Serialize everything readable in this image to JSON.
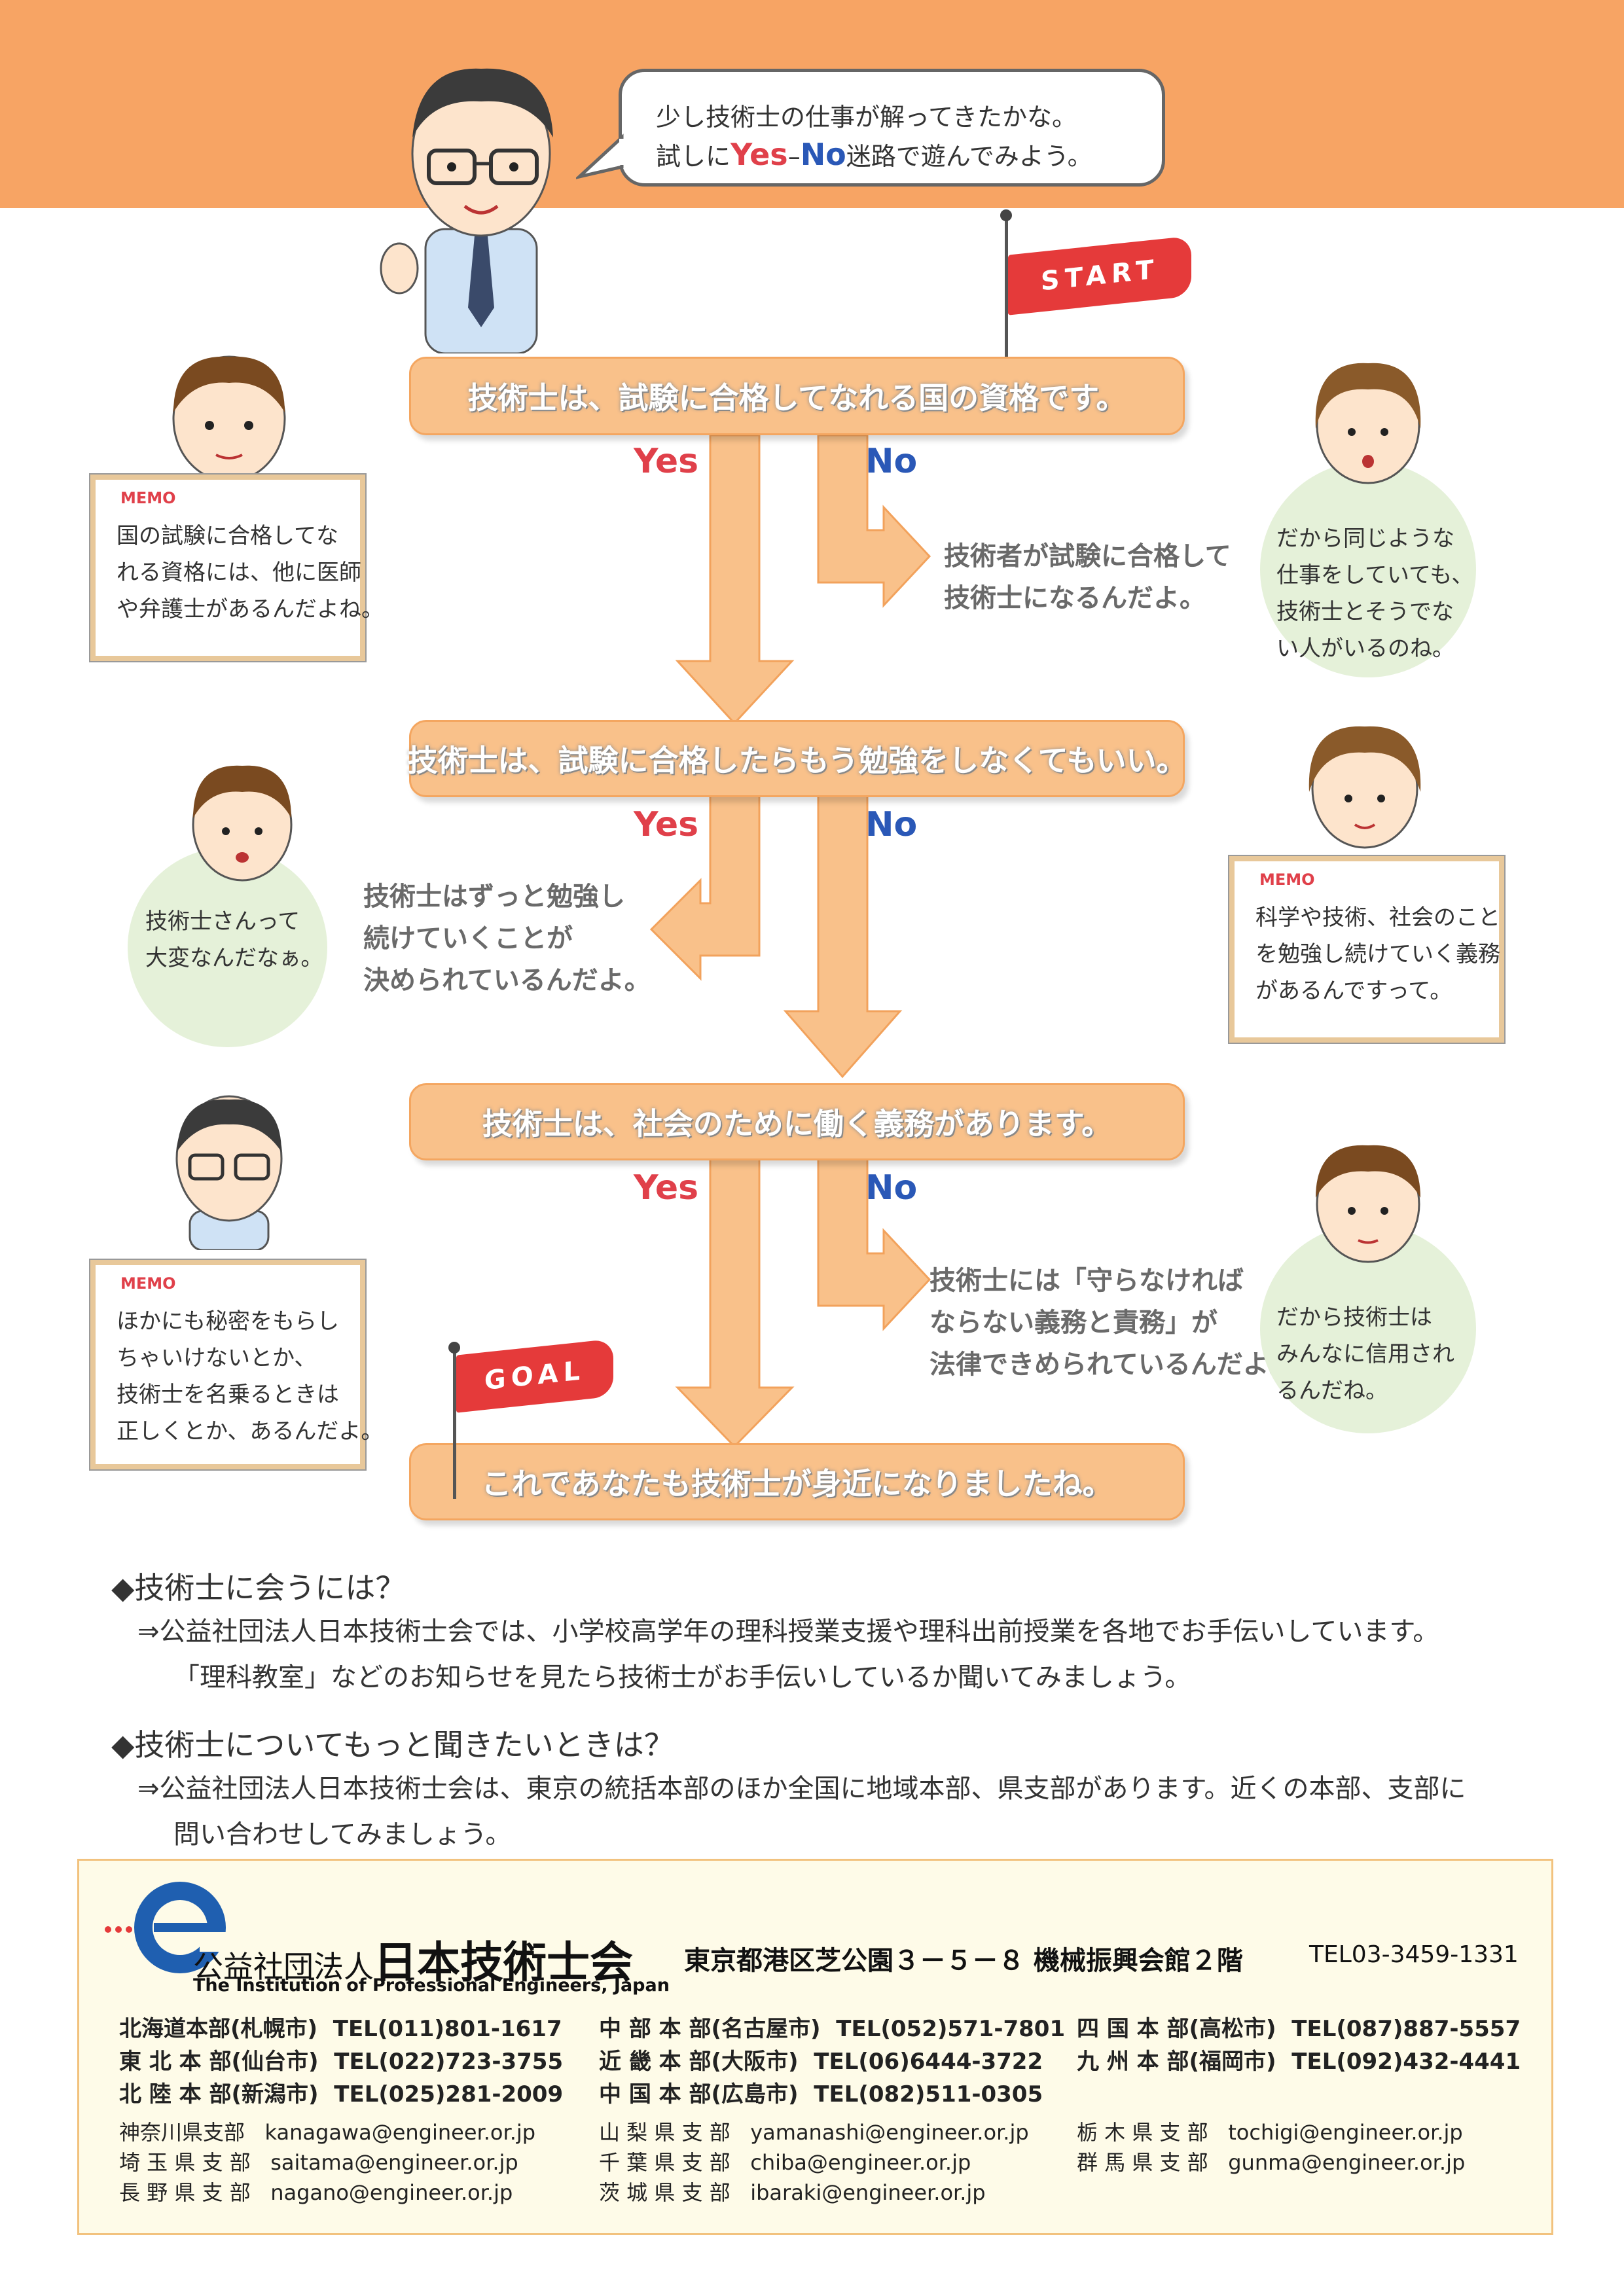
{
  "speech": {
    "line1": "少し技術士の仕事が解ってきたかな。",
    "line2_pre": "試しに",
    "yes": "Yes",
    "dash": "–",
    "no": "No",
    "line2_post": "迷路で遊んでみよう。"
  },
  "flags": {
    "start": "START",
    "goal": "GOAL"
  },
  "labels": {
    "yes": "Yes",
    "no": "No"
  },
  "flow": {
    "q1": "技術士は、試験に合格してなれる国の資格です。",
    "q1_no": [
      "技術者が試験に合格して",
      "技術士になるんだよ。"
    ],
    "q2": "技術士は、試験に合格したらもう勉強をしなくてもいい。",
    "q2_yes": [
      "技術士はずっと勉強し",
      "続けていくことが",
      "決められているんだよ。"
    ],
    "q3": "技術士は、社会のために働く義務があります。",
    "q3_no": [
      "技術士には「守らなければ",
      "ならない義務と責務」が",
      "法律できめられているんだよ。"
    ],
    "goal": "これであなたも技術士が身近になりましたね。"
  },
  "memos": {
    "title": "MEMO",
    "memo1": [
      "国の試験に合格してな",
      "れる資格には、他に医師",
      "や弁護士があるんだよね。"
    ],
    "memo2": [
      "科学や技術、社会のこと",
      "を勉強し続けていく義務",
      "があるんですって。"
    ],
    "memo3": [
      "ほかにも秘密をもらし",
      "ちゃいけないとか、",
      "技術士を名乗るときは",
      "正しくとか、あるんだよ。"
    ]
  },
  "circles": {
    "c1": [
      "だから同じような",
      "仕事をしていても、",
      "技術士とそうでな",
      "い人がいるのね。"
    ],
    "c2": [
      "技術士さんって",
      "大変なんだなぁ。"
    ],
    "c3": [
      "だから技術士は",
      "みんなに信用され",
      "るんだね。"
    ]
  },
  "info": {
    "h1": "◆技術士に会うには？",
    "p1a": "⇒公益社団法人日本技術士会では、小学校高学年の理科授業支援や理科出前授業を各地でお手伝いしています。",
    "p1b": "「理科教室」などのお知らせを見たら技術士がお手伝いしているか聞いてみましょう。",
    "h2": "◆技術士についてもっと聞きたいときは？",
    "p2a": "⇒公益社団法人日本技術士会は、東京の統括本部のほか全国に地域本部、県支部があります。近くの本部、支部に",
    "p2b": "問い合わせしてみましょう。"
  },
  "footer": {
    "org_prefix": "公益社団法人",
    "org_name": "日本技術士会",
    "org_en": "The Institution of Professional Engineers, Japan",
    "address": "東京都港区芝公園３－５－８  機械振興会館２階",
    "tel": "TEL03-3459-1331",
    "offices": [
      [
        "北海道本部(札幌市)",
        "TEL(011)801-1617"
      ],
      [
        "東 北 本 部(仙台市)",
        "TEL(022)723-3755"
      ],
      [
        "北 陸 本 部(新潟市)",
        "TEL(025)281-2009"
      ],
      [
        "中 部 本 部(名古屋市)",
        "TEL(052)571-7801"
      ],
      [
        "近 畿 本 部(大阪市)",
        "TEL(06)6444-3722"
      ],
      [
        "中 国 本 部(広島市)",
        "TEL(082)511-0305"
      ],
      [
        "四 国 本 部(高松市)",
        "TEL(087)887-5557"
      ],
      [
        "九 州 本 部(福岡市)",
        "TEL(092)432-4441"
      ]
    ],
    "branches": [
      [
        "神奈川県支部",
        "kanagawa@engineer.or.jp"
      ],
      [
        "埼 玉 県 支 部",
        "saitama@engineer.or.jp"
      ],
      [
        "長 野 県 支 部",
        "nagano@engineer.or.jp"
      ],
      [
        "山 梨 県 支 部",
        "yamanashi@engineer.or.jp"
      ],
      [
        "千 葉 県 支 部",
        "chiba@engineer.or.jp"
      ],
      [
        "茨 城 県 支 部",
        "ibaraki@engineer.or.jp"
      ],
      [
        "栃 木 県 支 部",
        "tochigi@engineer.or.jp"
      ],
      [
        "群 馬 県 支 部",
        "gunma@engineer.or.jp"
      ]
    ]
  },
  "colors": {
    "band": "#f7a464",
    "box": "#f9c18a",
    "arrow": "#f9c18a",
    "yes": "#e0404a",
    "no": "#2a58b7",
    "circle": "#e5f1d9"
  }
}
